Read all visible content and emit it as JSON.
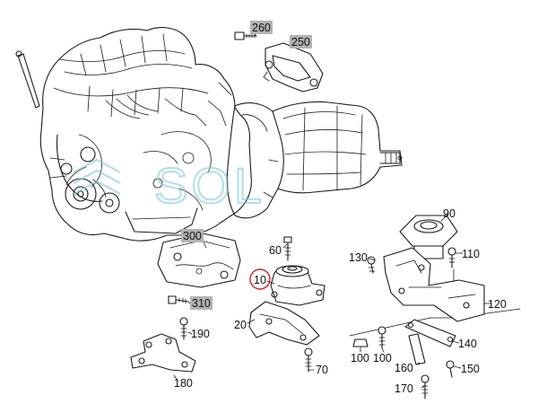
{
  "watermark": {
    "text": "SOL",
    "color": "#7fc6d6"
  },
  "callouts": [
    {
      "id": "260",
      "label": "260",
      "highlighted": true
    },
    {
      "id": "250",
      "label": "250",
      "highlighted": true
    },
    {
      "id": "300",
      "label": "300",
      "highlighted": true
    },
    {
      "id": "310",
      "label": "310",
      "highlighted": true
    },
    {
      "id": "60",
      "label": "60",
      "highlighted": false
    },
    {
      "id": "10",
      "label": "10",
      "highlighted": false,
      "circled": true
    },
    {
      "id": "20",
      "label": "20",
      "highlighted": false
    },
    {
      "id": "70",
      "label": "70",
      "highlighted": false
    },
    {
      "id": "190",
      "label": "190",
      "highlighted": false
    },
    {
      "id": "180",
      "label": "180",
      "highlighted": false
    },
    {
      "id": "90",
      "label": "90",
      "highlighted": false
    },
    {
      "id": "130",
      "label": "130",
      "highlighted": false
    },
    {
      "id": "110",
      "label": "110",
      "highlighted": false
    },
    {
      "id": "120",
      "label": "120",
      "highlighted": false
    },
    {
      "id": "140",
      "label": "140",
      "highlighted": false
    },
    {
      "id": "100a",
      "label": "100",
      "highlighted": false
    },
    {
      "id": "100b",
      "label": "100",
      "highlighted": false
    },
    {
      "id": "160",
      "label": "160",
      "highlighted": false
    },
    {
      "id": "150",
      "label": "150",
      "highlighted": false
    },
    {
      "id": "170",
      "label": "170",
      "highlighted": false
    }
  ],
  "colors": {
    "highlight_box": "#b3b3b3",
    "circle_mark": "#d0202a",
    "line": "#1a1a1a"
  }
}
